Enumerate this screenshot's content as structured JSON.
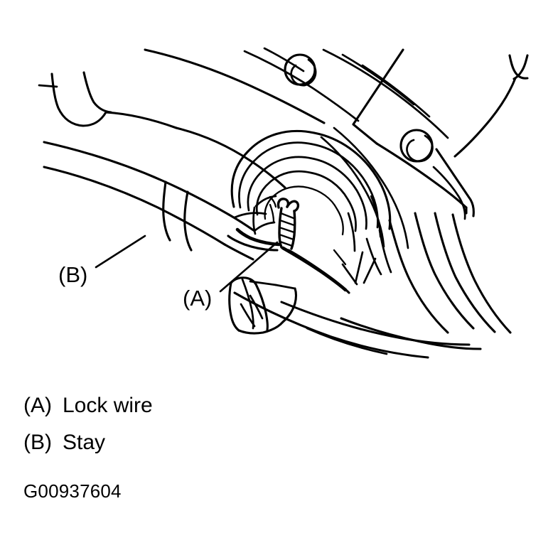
{
  "figure": {
    "id_label": "G00937604",
    "background_color": "#ffffff",
    "line_color": "#000000",
    "subject": "Lock wire and stay installation detail"
  },
  "callouts": [
    {
      "key": "(A)",
      "target": "lock-wire"
    },
    {
      "key": "(B)",
      "target": "stay"
    }
  ],
  "callout_a": {
    "key": "(A)"
  },
  "callout_b": {
    "key": "(B)"
  },
  "legend": {
    "rows": [
      {
        "key": "(A)",
        "description": "Lock wire"
      },
      {
        "key": "(B)",
        "description": "Stay"
      }
    ],
    "row_a": {
      "key": "(A)",
      "description": "Lock wire"
    },
    "row_b": {
      "key": "(B)",
      "description": "Stay"
    }
  }
}
